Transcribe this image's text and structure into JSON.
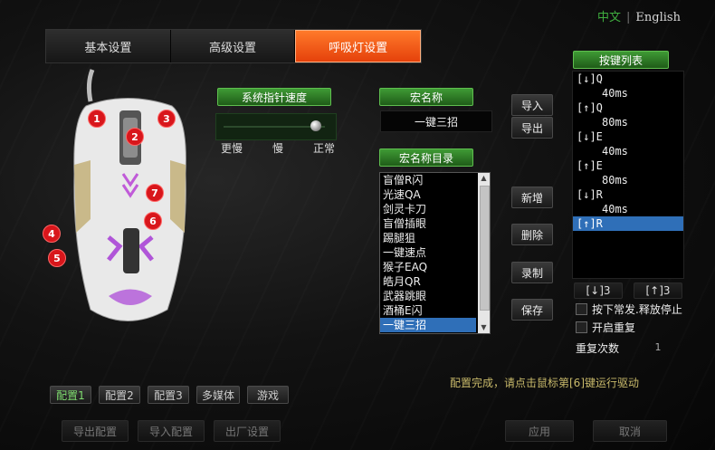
{
  "language": {
    "zh": "中文",
    "separator": "|",
    "en": "English"
  },
  "tabs": [
    {
      "label": "基本设置",
      "active": false
    },
    {
      "label": "高级设置",
      "active": false
    },
    {
      "label": "呼吸灯设置",
      "active": true
    }
  ],
  "speed": {
    "label": "系统指针速度",
    "levels": [
      "更慢",
      "慢",
      "正常"
    ],
    "value": "正常"
  },
  "macro": {
    "name_label": "宏名称",
    "name_value": "一键三招",
    "import_label": "导入",
    "export_label": "导出",
    "dir_label": "宏名称目录",
    "list": [
      "盲僧R闪",
      "光速QA",
      "剑灵卡刀",
      "盲僧插眼",
      "踢腿狙",
      "一键速点",
      "猴子EAQ",
      "皓月QR",
      "武器跳眼",
      "酒桶E闪",
      "一键三招"
    ],
    "selected": "一键三招",
    "new_label": "新增",
    "delete_label": "删除",
    "record_label": "录制",
    "save_label": "保存"
  },
  "keys": {
    "label": "按键列表",
    "rows": [
      {
        "text": "[↓]Q",
        "delay": false,
        "selected": false
      },
      {
        "text": "40ms",
        "delay": true,
        "selected": false
      },
      {
        "text": "[↑]Q",
        "delay": false,
        "selected": false
      },
      {
        "text": "80ms",
        "delay": true,
        "selected": false
      },
      {
        "text": "[↓]E",
        "delay": false,
        "selected": false
      },
      {
        "text": "40ms",
        "delay": true,
        "selected": false
      },
      {
        "text": "[↑]E",
        "delay": false,
        "selected": false
      },
      {
        "text": "80ms",
        "delay": true,
        "selected": false
      },
      {
        "text": "[↓]R",
        "delay": false,
        "selected": false
      },
      {
        "text": "40ms",
        "delay": true,
        "selected": false
      },
      {
        "text": "[↑]R",
        "delay": false,
        "selected": true
      }
    ],
    "down_count": "[↓]3",
    "up_count": "[↑]3",
    "option_hold": "按下常发.释放停止",
    "option_repeat": "开启重复",
    "repeat_label": "重复次数",
    "repeat_value": "1"
  },
  "mouse_badges": [
    "1",
    "2",
    "3",
    "4",
    "5",
    "6",
    "7"
  ],
  "profiles": [
    "配置1",
    "配置2",
    "配置3",
    "多媒体",
    "游戏"
  ],
  "bottom": {
    "export_config": "导出配置",
    "import_config": "导入配置",
    "factory": "出厂设置",
    "apply": "应用",
    "cancel": "取消"
  },
  "status_text": "配置完成，请点击鼠标第[6]键运行驱动",
  "colors": {
    "accent_orange": "#f05a12",
    "green": "#3f9a35",
    "selection": "#2f6fb8",
    "badge_red": "#d8161b"
  }
}
